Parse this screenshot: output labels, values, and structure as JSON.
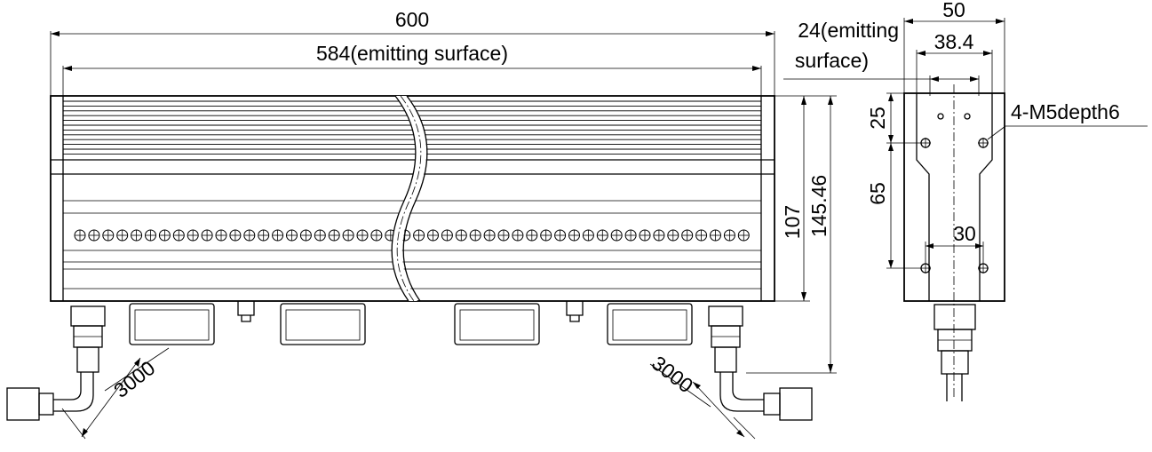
{
  "dimensions": {
    "overall_length": "600",
    "emitting_length": "584(emitting surface)",
    "emitting_width_line1": "24(emitting",
    "emitting_width_line2": "surface)",
    "overall_width": "50",
    "inner_width": "38.4",
    "screw_spec": "4-M5depth6",
    "top_hole_offset": "25",
    "hole_pitch_vertical": "65",
    "hole_pitch_horizontal": "30",
    "height_107": "107",
    "height_total": "145.46",
    "cable_length_left": "3000",
    "cable_length_right": "3000"
  }
}
